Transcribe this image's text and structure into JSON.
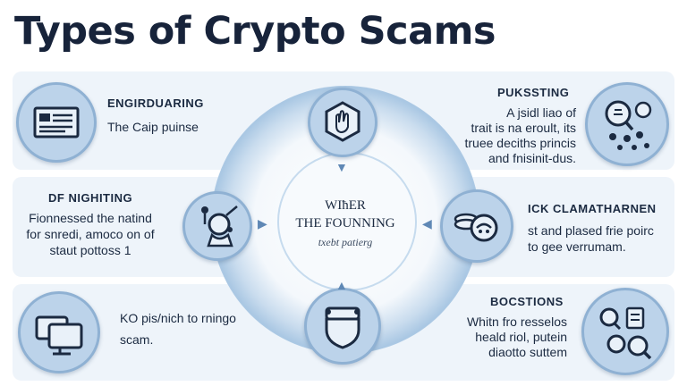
{
  "title": "Types of Crypto Scams",
  "center": {
    "line1": "WIħER",
    "line2": "THE FOUNNING",
    "line3": "txebt patierg"
  },
  "panels": {
    "top_left": {
      "label": "ENGIRDUARING",
      "body": [
        "The Caip puinse"
      ]
    },
    "top_right": {
      "label": "PUKSSTING",
      "body": [
        "A jsidl liao of",
        "trait is na eroult, its",
        "truee deciths princis",
        "and fnisinit-dus."
      ]
    },
    "mid_left": {
      "label": "DF NIGHITING",
      "body": [
        "Fionnessed the natind",
        "for snredi, amoco on of",
        "staut pottoss 1"
      ]
    },
    "mid_right": {
      "label": "ICK CLAMATHARNEN",
      "body": [
        "st and plased frie poirc",
        "to gee verrumam."
      ]
    },
    "bot_left": {
      "label": "",
      "body": [
        "KO pis/nich to rningo",
        "scam."
      ]
    },
    "bot_right": {
      "label": "BOCSTIONS",
      "body": [
        "Whitn fro resselos",
        "heald riol, putein",
        "diaotto suttem"
      ]
    }
  },
  "icons": {
    "top_left": "document-screen-icon",
    "top_right": "magnifier-network-icon",
    "mid_left": "phishing-hook-person-icon",
    "mid_right": "hacker-mask-icon",
    "bot_left": "computer-monitors-icon",
    "bot_right": "search-fraud-icon",
    "node_top": "hand-shield-hexagon-icon",
    "node_left": "fishing-person-icon",
    "node_right": "gold-coins-mask-icon",
    "node_bottom": "shield-wallet-icon"
  },
  "colors": {
    "accent": "#8fb1d3",
    "icon_fill": "#bcd3ea",
    "band": "#eef4fa",
    "text": "#1b2a41"
  }
}
